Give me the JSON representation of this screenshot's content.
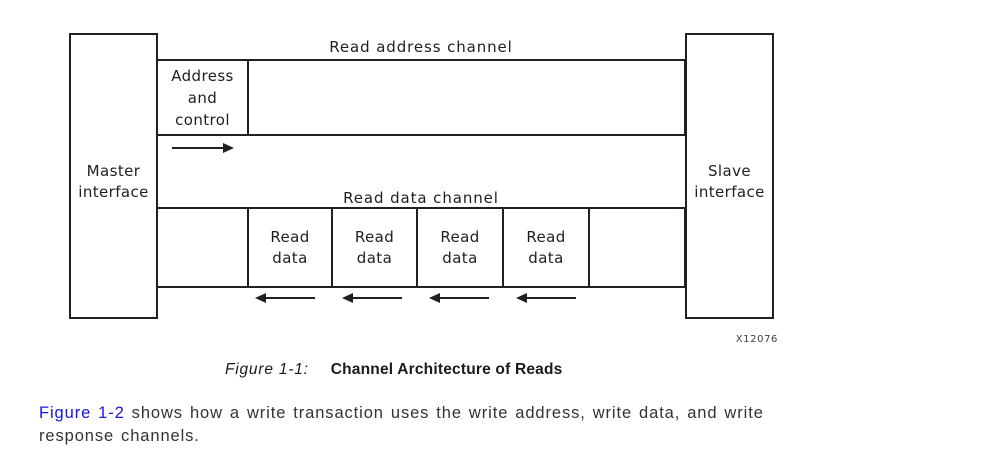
{
  "colors": {
    "line": "#231f20",
    "text": "#1f1f1f",
    "link": "#1414e6",
    "body_text": "#333333"
  },
  "diagram": {
    "master_interface_label": "Master\ninterface",
    "slave_interface_label": "Slave\ninterface",
    "read_address_channel": {
      "label": "Read address channel",
      "payload_box": "Address\nand\ncontrol",
      "direction_icon": "right-arrow-icon",
      "direction": "master-to-slave"
    },
    "read_data_channel": {
      "label": "Read data channel",
      "payload_boxes": [
        "Read\ndata",
        "Read\ndata",
        "Read\ndata",
        "Read\ndata"
      ],
      "direction_icon": "left-arrow-icon",
      "direction": "slave-to-master"
    },
    "image_number": "X12076"
  },
  "caption": {
    "figure_label": "Figure 1-1:",
    "figure_title": "Channel Architecture of Reads"
  },
  "paragraph": {
    "link_text": "Figure 1-2",
    "line1_rest": " shows how a write transaction uses the write address, write data, and write",
    "line2": "response channels."
  }
}
